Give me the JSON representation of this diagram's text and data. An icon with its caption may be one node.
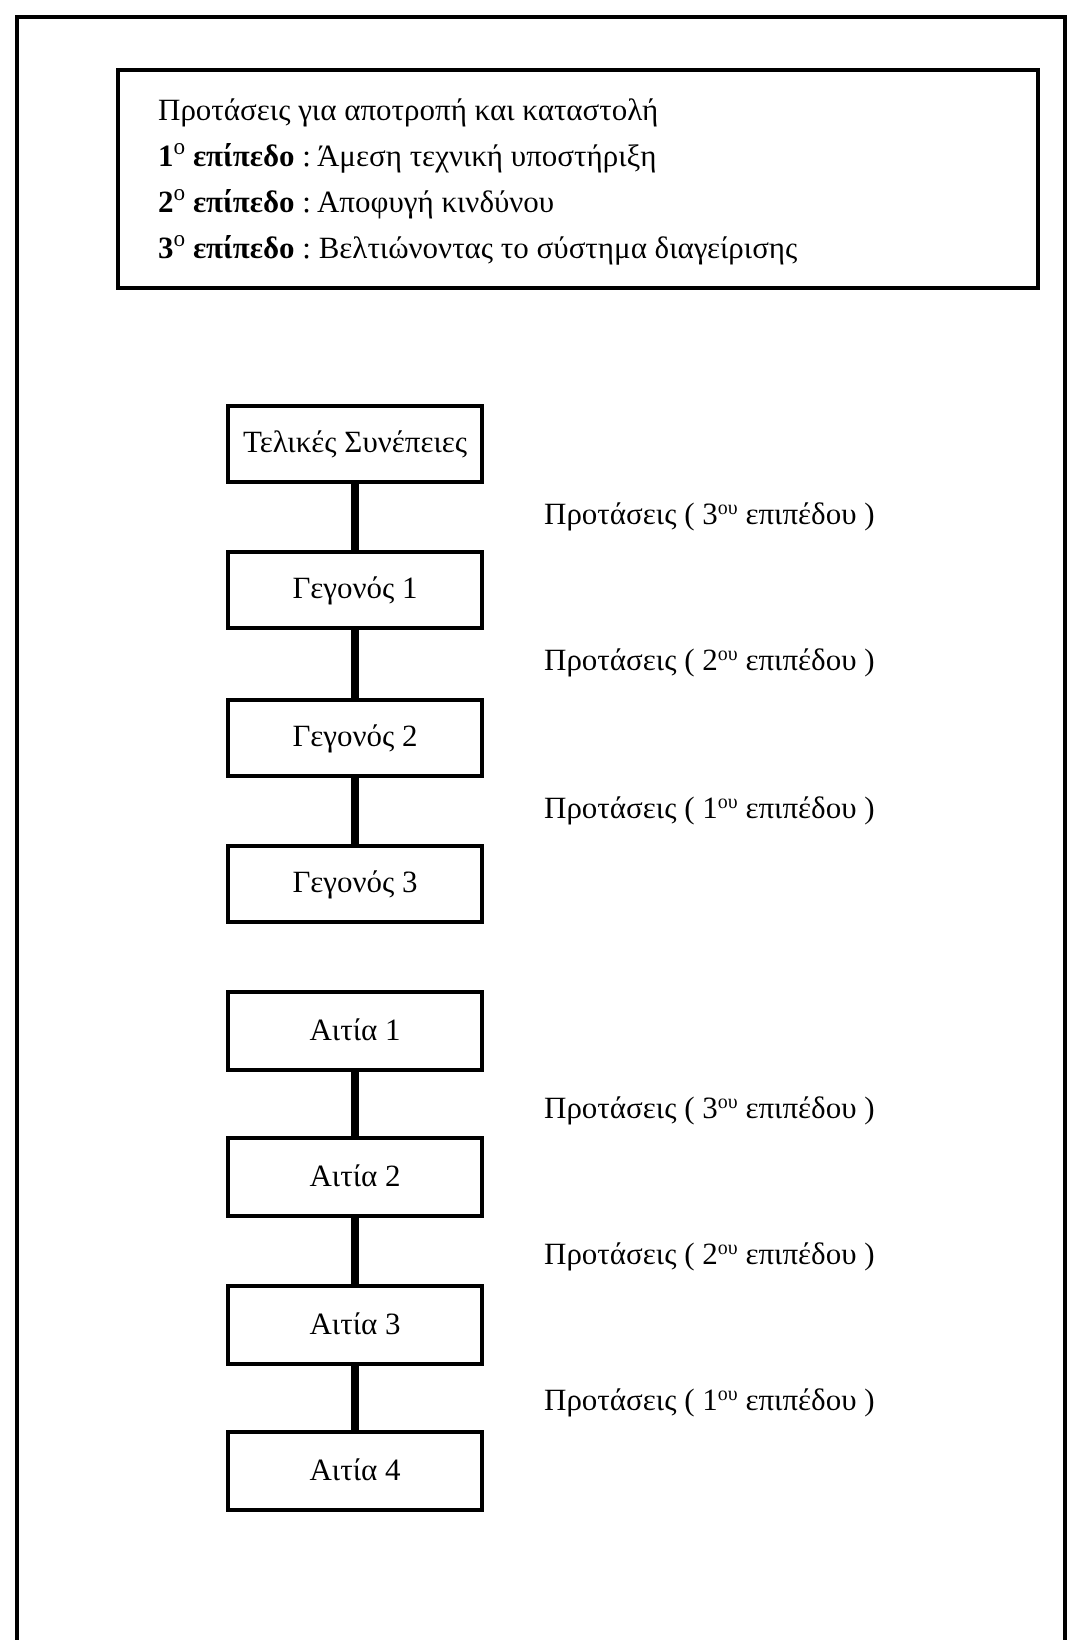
{
  "diagram": {
    "nodes": [
      {
        "text": [
          "Προτάσεις για αποτροπή και καταστολή",
          "**1**$^{ο}$ **επίπεδο** : Άμεση τεχνική υποστήριξη",
          "**2**$^{ο}$ **επίπεδο** : Αποφυγή κινδύνου",
          "**3**$^{ο}$ **επίπεδο** : Βελτιώνοντας το σύστημα διαγείρισης"
        ]
      },
      {
        "text": [
          "Τελικές Συνέπειες"
        ]
      },
      {
        "text": [
          "Γεγονός 1"
        ]
      },
      {
        "text": [
          "Γεγονός 2"
        ]
      },
      {
        "text": [
          "Γεγονός 3"
        ]
      },
      {
        "text": [
          "Αιτία 1"
        ]
      },
      {
        "text": [
          "Αιτία 2"
        ]
      },
      {
        "text": [
          "Αιτία 3"
        ]
      },
      {
        "text": [
          "Αιτία 4"
        ]
      }
    ],
    "edges": [
      {
        "from": 1,
        "to": 2,
        "arrow": "none"
      },
      {
        "from": 2,
        "to": 3,
        "arrow": "none"
      },
      {
        "from": 3,
        "to": 4,
        "arrow": "none"
      },
      {
        "from": 5,
        "to": 6,
        "arrow": "none"
      },
      {
        "from": 6,
        "to": 7,
        "arrow": "none"
      },
      {
        "from": 7,
        "to": 8,
        "arrow": "none"
      }
    ],
    "labels": [
      "Προτάσεις ( 3$^{ου}$ επιπέδου )",
      "Προτάσεις ( 2$^{ου}$ επιπέδου )",
      "Προτάσεις ( 1$^{ου}$ επιπέδου )",
      "Προτάσεις ( 3$^{ου}$ επιπέδου )",
      "Προτάσεις ( 2$^{ου}$ επιπέδου )",
      "Προτάσεις ( 1$^{ου}$ επιπέδου )"
    ]
  }
}
